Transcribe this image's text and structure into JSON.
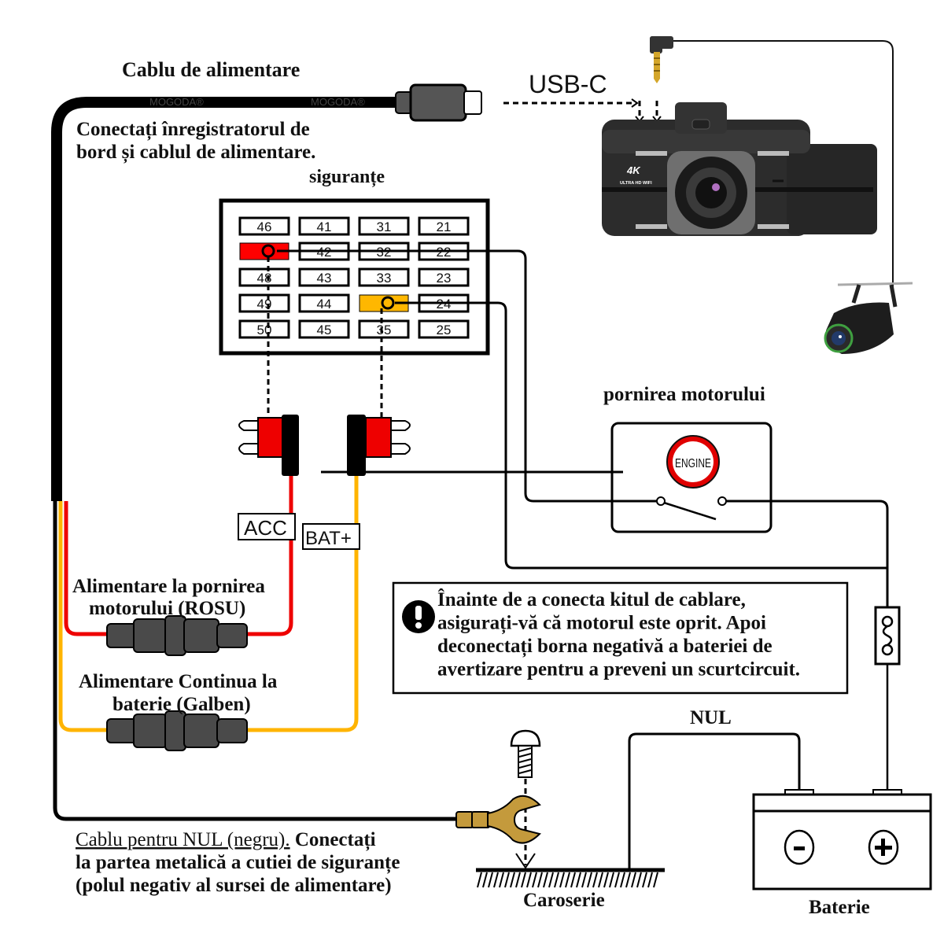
{
  "title": "Cablu de alimentare",
  "connect_text": {
    "line1": "Conectați înregistratorul de",
    "line2": "bord și cablul de alimentare."
  },
  "watermark": "MOGODA®",
  "usb_label": "USB-C",
  "dashcam": {
    "badge": "4K",
    "sub": "ULTRA HD WIFI"
  },
  "fusebox": {
    "label": "siguranțe",
    "rows": [
      [
        "46",
        "41",
        "31",
        "21"
      ],
      [
        "",
        "42",
        "32",
        "22"
      ],
      [
        "48",
        "43",
        "33",
        "23"
      ],
      [
        "49",
        "44",
        "",
        "24"
      ],
      [
        "50",
        "45",
        "35",
        "25"
      ]
    ],
    "highlight_red": {
      "row": 1,
      "col": 0
    },
    "highlight_yellow": {
      "row": 3,
      "col": 2
    },
    "colors": {
      "red": "#ff0000",
      "yellow": "#ffb700"
    }
  },
  "taps": {
    "acc_label": "ACC",
    "bat_label": "BAT+"
  },
  "engine": {
    "title": "pornirea motorului",
    "sign": "ENGINE"
  },
  "warning": {
    "lines": [
      "Înainte de a conecta kitul de cablare,",
      "asigurați-vă că motorul este oprit. Apoi",
      "deconectați borna negativă a bateriei de",
      "avertizare pentru a preveni un scurtcircuit."
    ]
  },
  "red_wire": {
    "line1": "Alimentare la pornirea",
    "line2": "motorului (ROSU)"
  },
  "yellow_wire": {
    "line1": "Alimentare Continua la",
    "line2": "baterie (Galben)"
  },
  "ground": {
    "underlined": "Cablu pentru NUL (negru).",
    "rest1": " Conectați",
    "line2": "la partea metalică a cutiei de siguranțe",
    "line3": "(polul negativ al sursei de alimentare)"
  },
  "nul_label": "NUL",
  "chassis_label": "Caroserie",
  "battery": {
    "label": "Baterie",
    "neg": "-",
    "pos": "+"
  },
  "colors": {
    "wire_red": "#ee0000",
    "wire_yellow": "#ffb400",
    "connector_gray": "#4a4a4a",
    "terminal_brass": "#c49a3c"
  }
}
